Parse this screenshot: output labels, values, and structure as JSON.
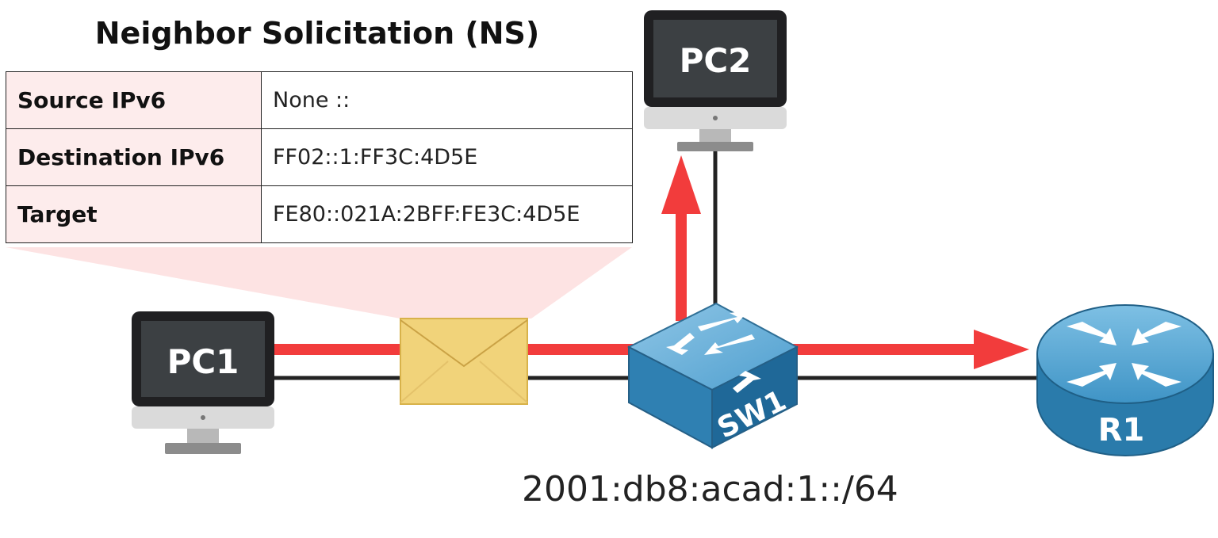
{
  "title": "Neighbor Solicitation (NS)",
  "table": [
    {
      "label": "Source IPv6",
      "value": "None ::"
    },
    {
      "label": "Destination IPv6",
      "value": "FF02::1:FF3C:4D5E"
    },
    {
      "label": "Target",
      "value": "FE80::021A:2BFF:FE3C:4D5E"
    }
  ],
  "devices": {
    "pc1": "PC1",
    "pc2": "PC2",
    "switch": "SW1",
    "router": "R1"
  },
  "subnet": "2001:db8:acad:1::/64",
  "colors": {
    "arrow": "#f23c3c",
    "link": "#222222",
    "callout": "#fde3e3",
    "envelope": "#f1d37a",
    "device_blue": "#3c8fbf"
  }
}
